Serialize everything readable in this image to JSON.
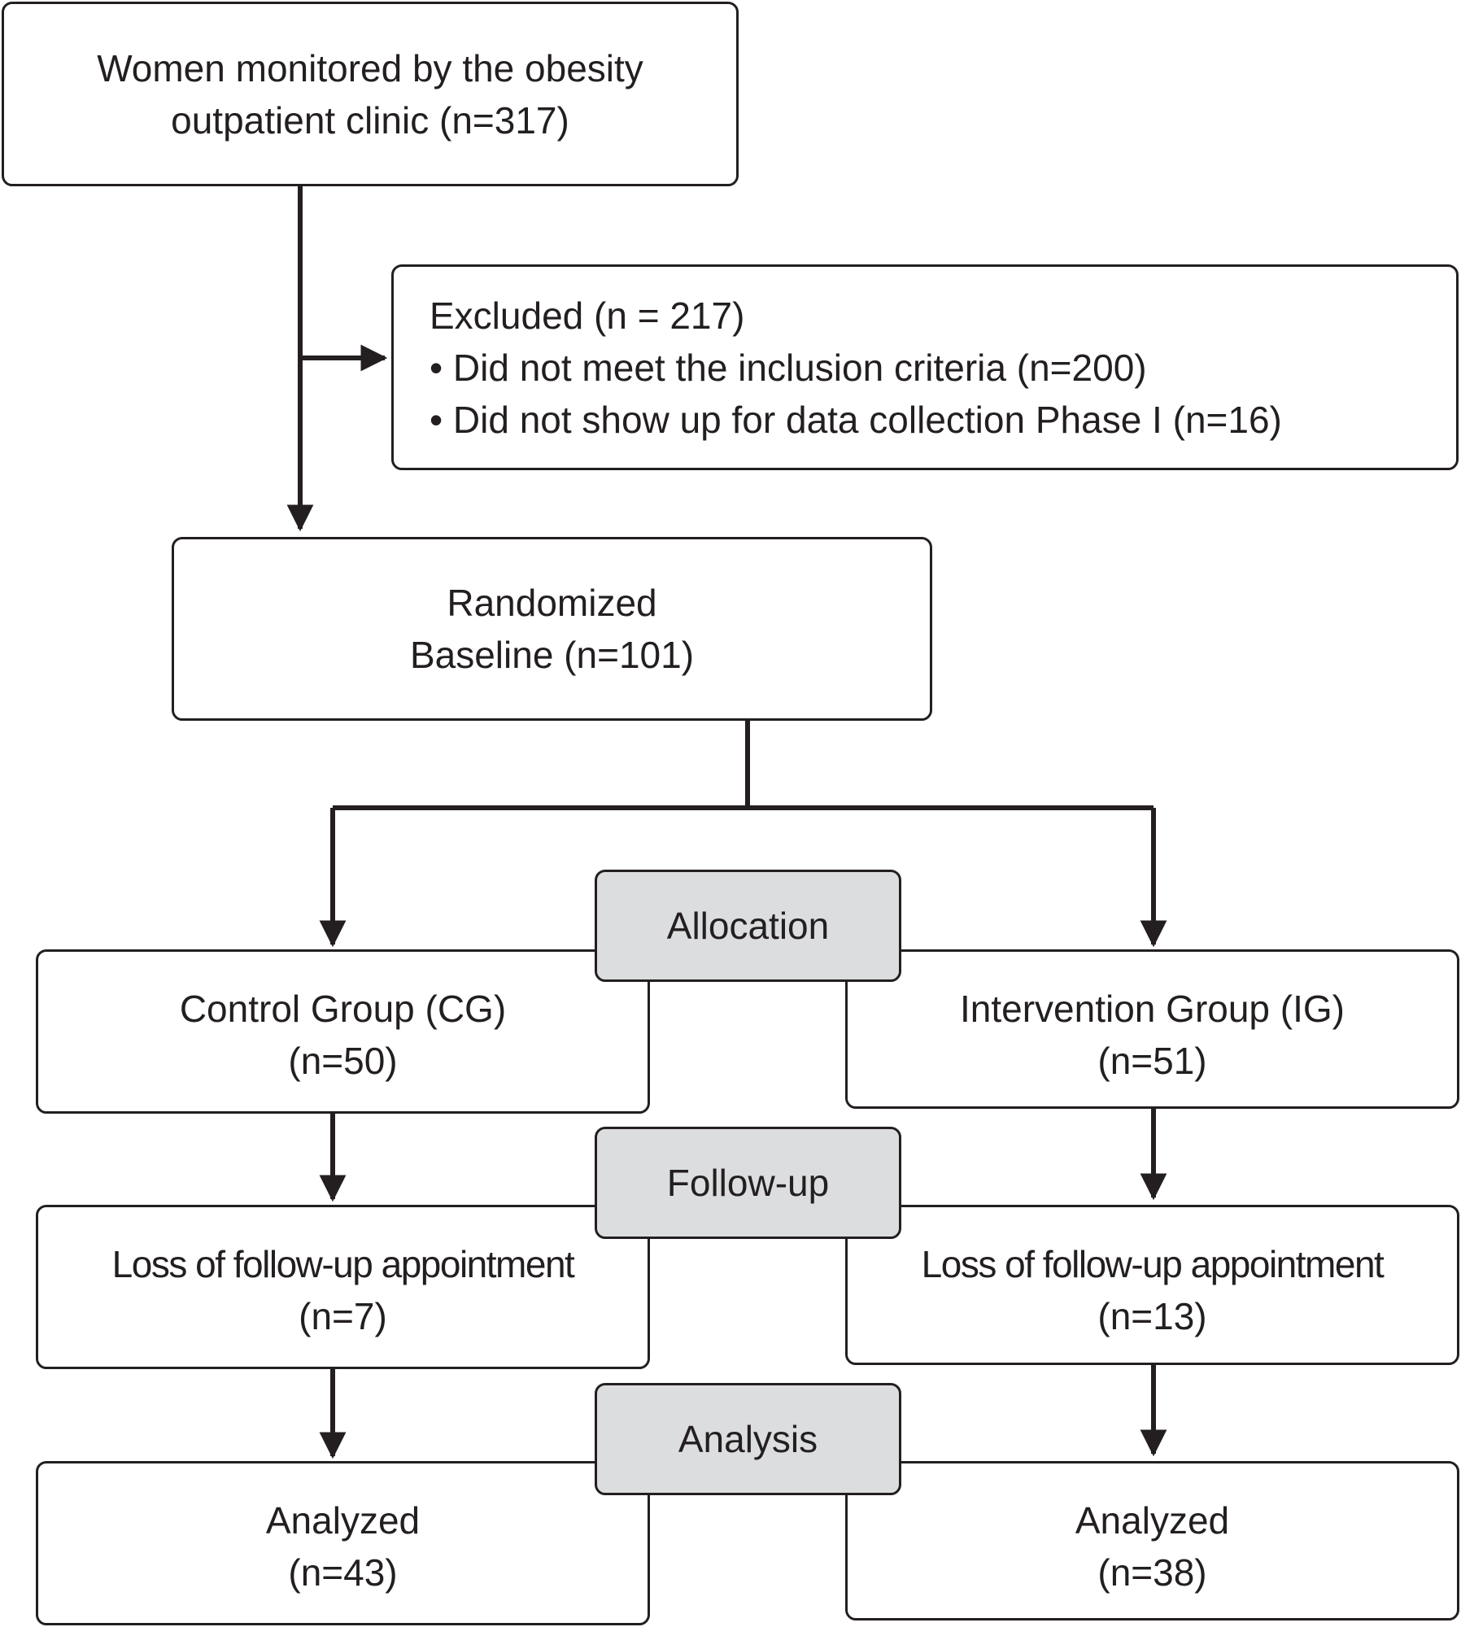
{
  "source": {
    "line1": "Women monitored by the obesity",
    "line2": "outpatient clinic (n=317)"
  },
  "excluded": {
    "title": "Excluded (n = 217)",
    "items": [
      "• Did not meet the inclusion criteria (n=200)",
      "• Did not show up for data collection Phase I (n=16)"
    ]
  },
  "randomized": {
    "line1": "Randomized",
    "line2": "Baseline (n=101)"
  },
  "stages": {
    "allocation": "Allocation",
    "followup": "Follow-up",
    "analysis": "Analysis"
  },
  "control": {
    "allocation": {
      "line1": "Control Group (CG)",
      "line2": "(n=50)"
    },
    "followup": {
      "line1": "Loss of follow-up appointment",
      "line2": "(n=7)"
    },
    "analysis": {
      "line1": "Analyzed",
      "line2": "(n=43)"
    }
  },
  "intervention": {
    "allocation": {
      "line1": "Intervention Group (IG)",
      "line2": "(n=51)"
    },
    "followup": {
      "line1": "Loss of follow-up appointment",
      "line2": "(n=13)"
    },
    "analysis": {
      "line1": "Analyzed",
      "line2": "(n=38)"
    }
  },
  "colors": {
    "line": "#231f20",
    "stage_fill": "#dcdddf",
    "box_fill": "#ffffff"
  }
}
